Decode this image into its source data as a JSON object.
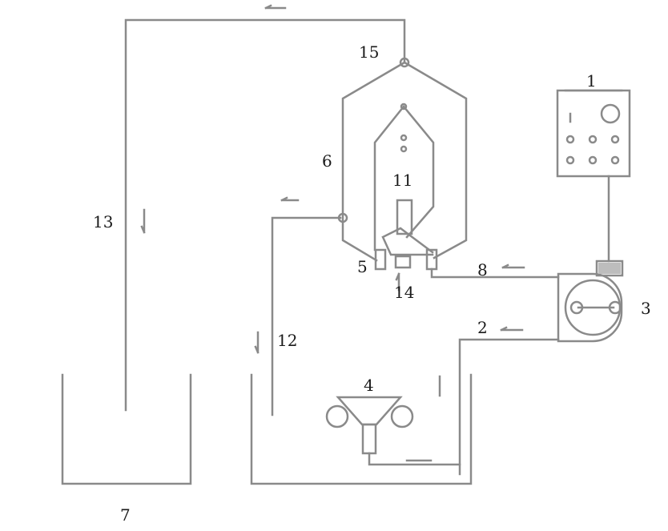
{
  "colors": {
    "line": "#8a8a8a",
    "text": "#1a1a1a",
    "background": "#ffffff"
  },
  "labels": {
    "n1": "1",
    "n2": "2",
    "n3": "3",
    "n4": "4",
    "n5": "5",
    "n6": "6",
    "n7": "7",
    "n8": "8",
    "n11": "11",
    "n12": "12",
    "n13": "13",
    "n14": "14",
    "n15": "15"
  }
}
